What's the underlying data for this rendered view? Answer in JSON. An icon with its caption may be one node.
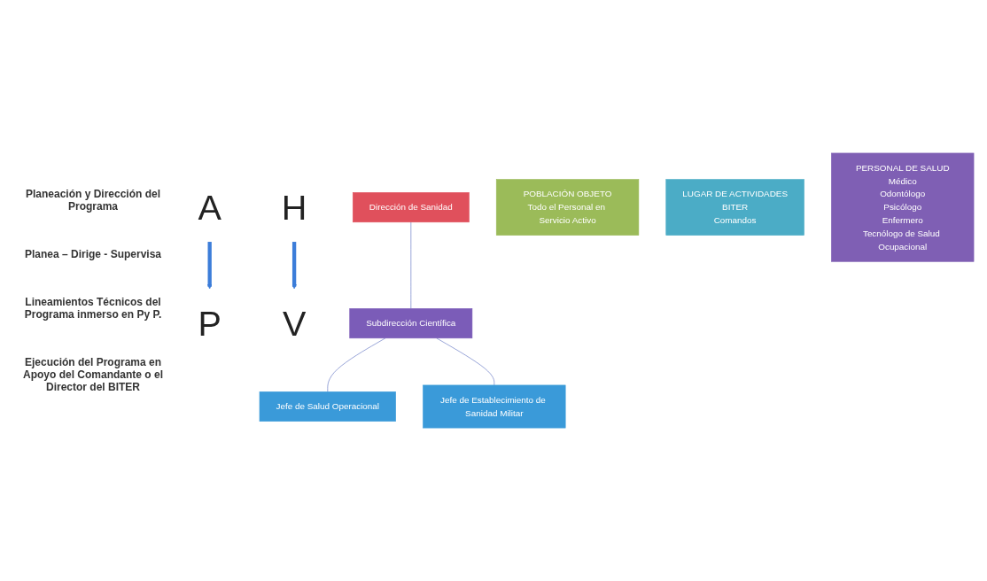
{
  "diagram": {
    "nodes": [
      {
        "text": [
          "A"
        ]
      },
      {
        "text": [
          "P"
        ]
      },
      {
        "text": [
          "V"
        ]
      },
      {
        "text": [
          "H"
        ]
      },
      {
        "text": [
          "Dirección de Sanidad"
        ]
      },
      {
        "text": [
          "Subdirección Científica"
        ]
      },
      {
        "text": [
          "Jefe de Salud Operacional"
        ]
      },
      {
        "text": [
          "Jefe de Establecimiento de Sanidad Militar"
        ]
      },
      {
        "text": [
          "POBLACIÓN OBJETO",
          "Todo el Personal en Servicio Activo"
        ]
      },
      {
        "text": [
          "LUGAR DE ACTIVIDADES",
          "BITER",
          "Comandos"
        ]
      },
      {
        "text": [
          "PERSONAL DE SALUD",
          "Médico",
          "Odontólogo",
          "Psicólogo",
          "Enfermero",
          "Tecnólogo de Salud Ocupacional"
        ]
      }
    ],
    "edges": [
      {
        "from": 0,
        "to": 1,
        "arrow": "to",
        "style": "thick",
        "color": "#3c7dd9"
      },
      {
        "from": 3,
        "to": 2,
        "arrow": "to",
        "style": "thick",
        "color": "#3c7dd9"
      },
      {
        "from": 4,
        "to": 5,
        "arrow": "none"
      },
      {
        "from": 5,
        "to": 6,
        "arrow": "none"
      },
      {
        "from": 5,
        "to": 7,
        "arrow": "none"
      }
    ],
    "labels": [
      "Planeación y Dirección del Programa",
      "Planea – Dirige - Supervisa",
      "Lineamientos Técnicos del Programa inmerso en Py P.",
      "Ejecución del Programa en Apoyo del Comandante o el Director del BITER"
    ]
  }
}
